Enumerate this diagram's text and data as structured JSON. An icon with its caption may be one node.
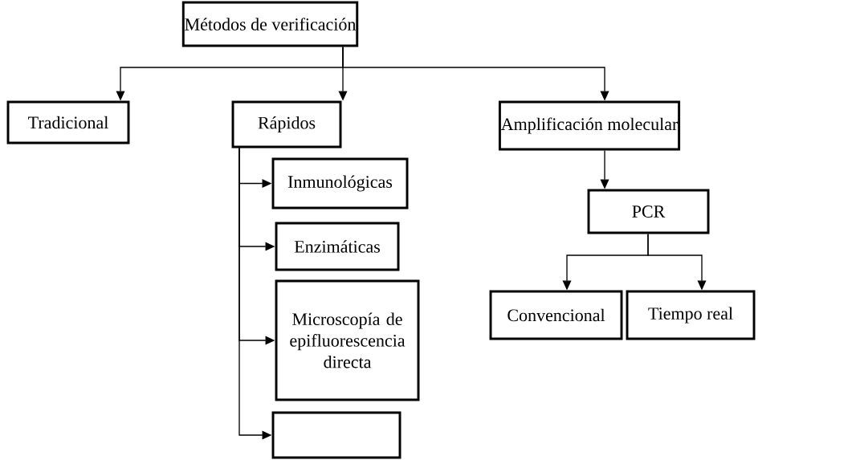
{
  "diagram": {
    "nodes": [
      {
        "text": [
          "Métodos de verificación"
        ]
      },
      {
        "text": [
          "Tradicional"
        ]
      },
      {
        "text": [
          "Rápidos"
        ]
      },
      {
        "text": [
          "Amplificación molecular"
        ]
      },
      {
        "text": [
          "Inmunológicas"
        ]
      },
      {
        "text": [
          "Enzimáticas"
        ]
      },
      {
        "text": [
          "Microscopía de epifluorescencia directa"
        ]
      },
      {
        "text": [],
        "shape": "box"
      },
      {
        "text": [
          "PCR"
        ]
      },
      {
        "text": [
          "Convencional"
        ]
      },
      {
        "text": [
          "Tiempo real"
        ]
      }
    ],
    "edges": [
      {
        "from": 0,
        "to": 1,
        "arrow": "to"
      },
      {
        "from": 0,
        "to": 2,
        "arrow": "to"
      },
      {
        "from": 0,
        "to": 3,
        "arrow": "to"
      },
      {
        "from": 2,
        "to": 4,
        "arrow": "to"
      },
      {
        "from": 2,
        "to": 5,
        "arrow": "to"
      },
      {
        "from": 2,
        "to": 6,
        "arrow": "to"
      },
      {
        "from": 2,
        "to": 7,
        "arrow": "to"
      },
      {
        "from": 3,
        "to": 8,
        "arrow": "to"
      },
      {
        "from": 8,
        "to": 9,
        "arrow": "to"
      },
      {
        "from": 8,
        "to": 10,
        "arrow": "to"
      }
    ]
  }
}
